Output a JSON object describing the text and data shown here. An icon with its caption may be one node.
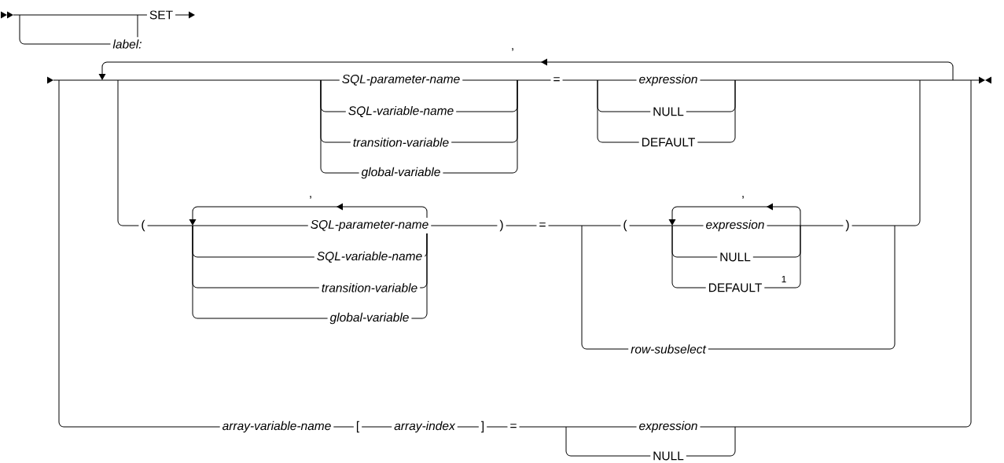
{
  "diagram": {
    "labels": [
      "SET",
      "label:",
      ",",
      "SQL-parameter-name",
      "=",
      "expression",
      "SQL-variable-name",
      "NULL",
      "transition-variable",
      "DEFAULT",
      "global-variable",
      ",",
      ",",
      "(",
      "SQL-parameter-name",
      ")",
      "=",
      "(",
      "expression",
      ")",
      "SQL-variable-name",
      "NULL",
      "transition-variable",
      "DEFAULT",
      "1",
      "global-variable",
      "row-subselect",
      "array-variable-name",
      "[",
      "array-index",
      "]",
      "=",
      "expression",
      "NULL"
    ]
  }
}
